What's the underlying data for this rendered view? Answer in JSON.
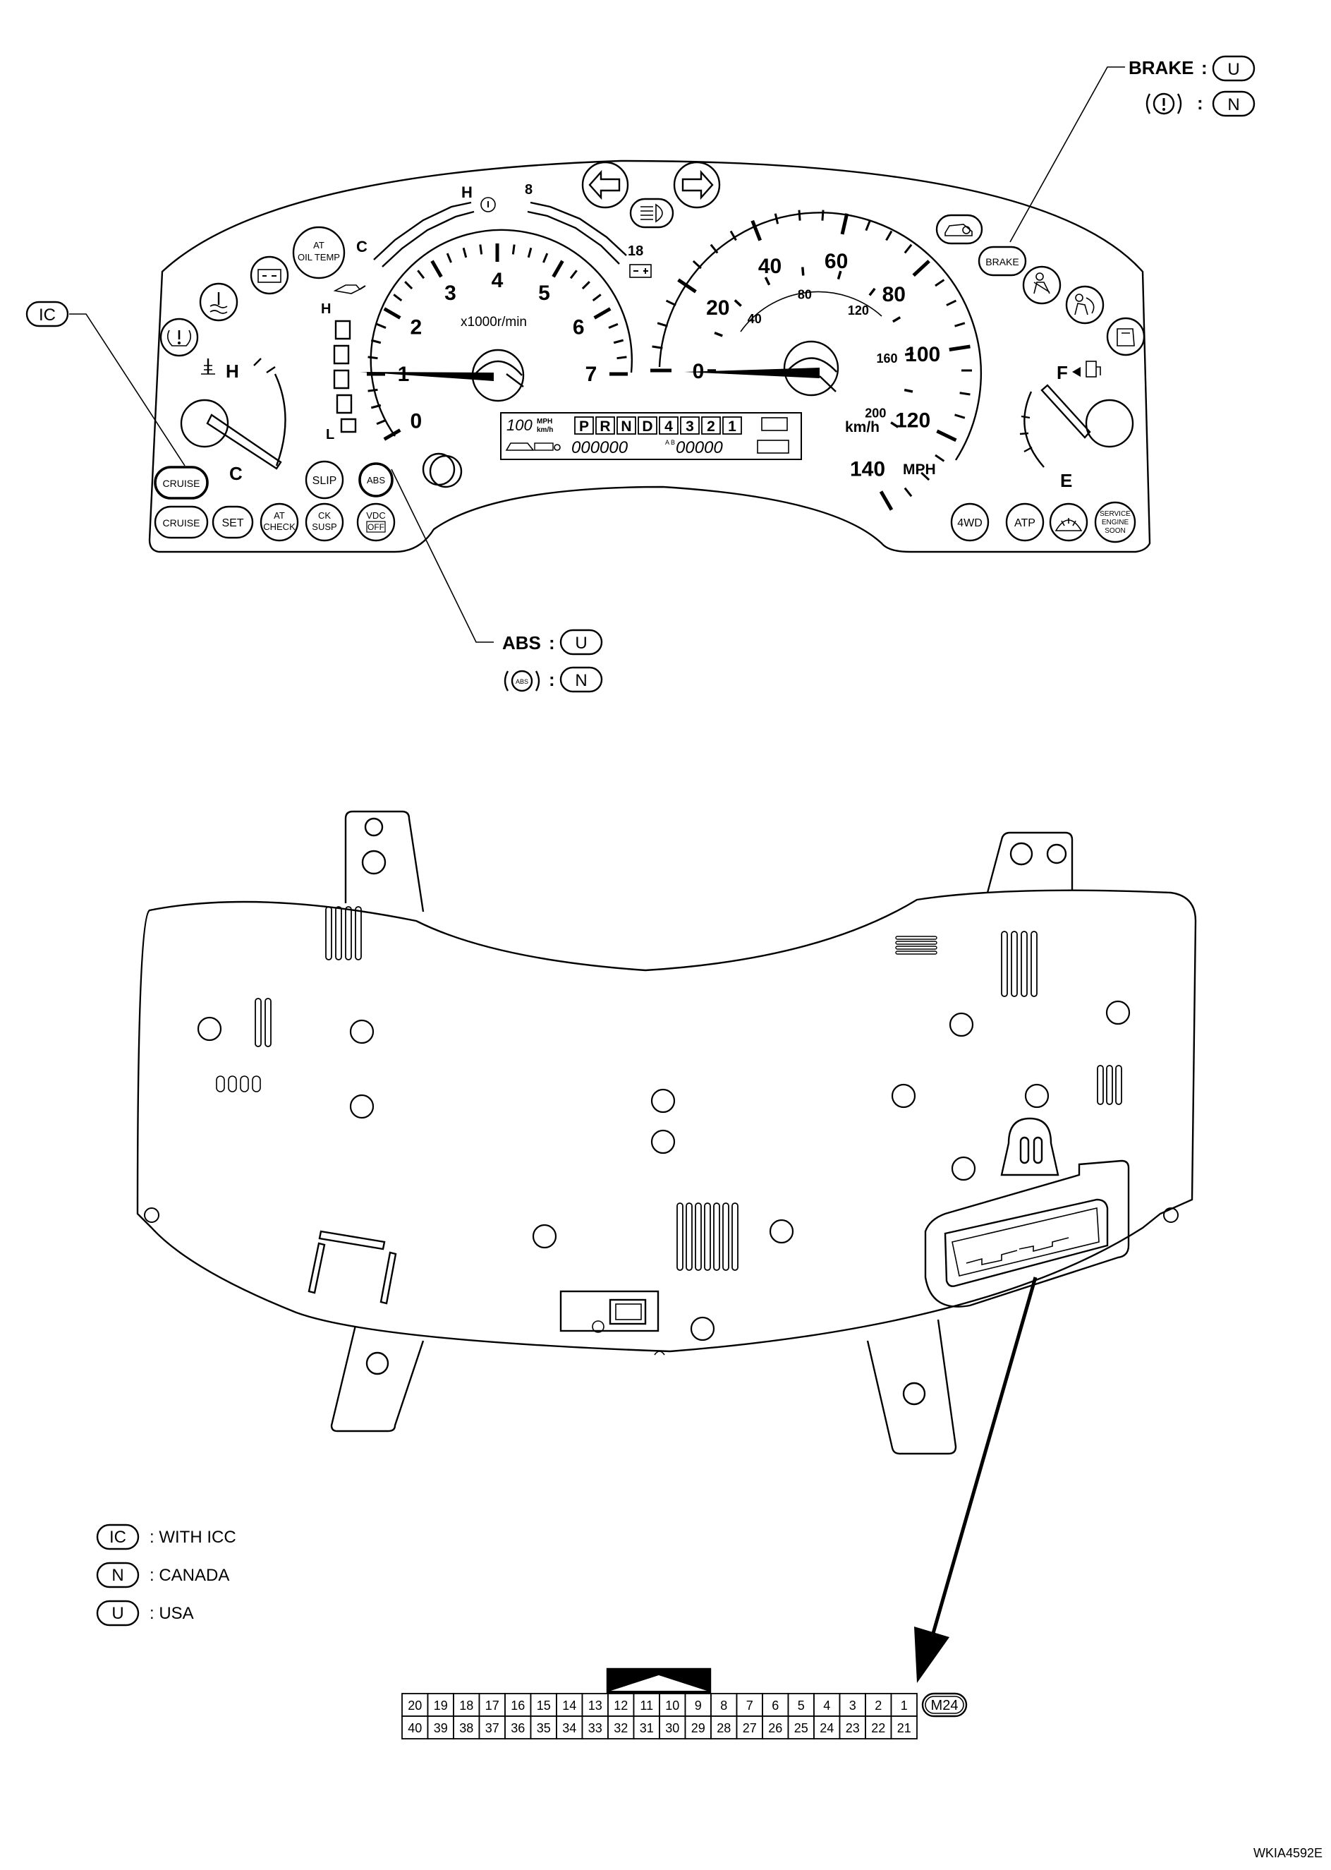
{
  "cluster": {
    "callouts": {
      "ic_tag": "IC",
      "brake_label": "BRAKE",
      "brake_code": "U",
      "brake_alt_code": "N",
      "abs_label": "ABS",
      "abs_code": "U",
      "abs_alt_code": "N"
    },
    "tachometer": {
      "numbers": [
        "0",
        "1",
        "2",
        "3",
        "4",
        "5",
        "6",
        "7"
      ],
      "unit": "x1000r/min"
    },
    "speedometer": {
      "mph_numbers": [
        "0",
        "20",
        "40",
        "60",
        "80",
        "100",
        "120",
        "140"
      ],
      "kmh_numbers": [
        "40",
        "80",
        "120",
        "160",
        "200"
      ],
      "unit_kmh": "km/h",
      "unit_mph": "MPH"
    },
    "temp_gauge": {
      "high": "H",
      "low": "C"
    },
    "fuel_gauge": {
      "full": "F",
      "empty": "E"
    },
    "oil_pressure": {
      "high": "H",
      "low": "L"
    },
    "top_arc": {
      "cold": "C",
      "hot": "H",
      "v_low": "8",
      "v_high": "18"
    },
    "display": {
      "speed": "100",
      "speed_unit_top": "MPH",
      "speed_unit_bottom": "km/h",
      "gears": [
        "P",
        "R",
        "N",
        "D",
        "4",
        "3",
        "2",
        "1"
      ],
      "odometer": "000000",
      "trip_label": "A B",
      "trip": "00000"
    },
    "indicators": {
      "cruise_upper": "CRUISE",
      "cruise": "CRUISE",
      "set": "SET",
      "at_check_1": "AT",
      "at_check_2": "CHECK",
      "ck_susp_1": "CK",
      "ck_susp_2": "SUSP",
      "vdc_1": "VDC",
      "vdc_2": "OFF",
      "slip": "SLIP",
      "abs": "ABS",
      "at_oil_1": "AT",
      "at_oil_2": "OIL TEMP",
      "brake": "BRAKE",
      "fourwd": "4WD",
      "atp": "ATP",
      "service_1": "SERVICE",
      "service_2": "ENGINE",
      "service_3": "SOON"
    }
  },
  "legend": [
    {
      "code": "IC",
      "text": ": WITH ICC"
    },
    {
      "code": "N",
      "text": ": CANADA"
    },
    {
      "code": "U",
      "text": ": USA"
    }
  ],
  "connector": {
    "id": "M24",
    "top_row": [
      "20",
      "19",
      "18",
      "17",
      "16",
      "15",
      "14",
      "13",
      "12",
      "11",
      "10",
      "9",
      "8",
      "7",
      "6",
      "5",
      "4",
      "3",
      "2",
      "1"
    ],
    "bottom_row": [
      "40",
      "39",
      "38",
      "37",
      "36",
      "35",
      "34",
      "33",
      "32",
      "31",
      "30",
      "29",
      "28",
      "27",
      "26",
      "25",
      "24",
      "23",
      "22",
      "21"
    ]
  },
  "figure_code": "WKIA4592E"
}
